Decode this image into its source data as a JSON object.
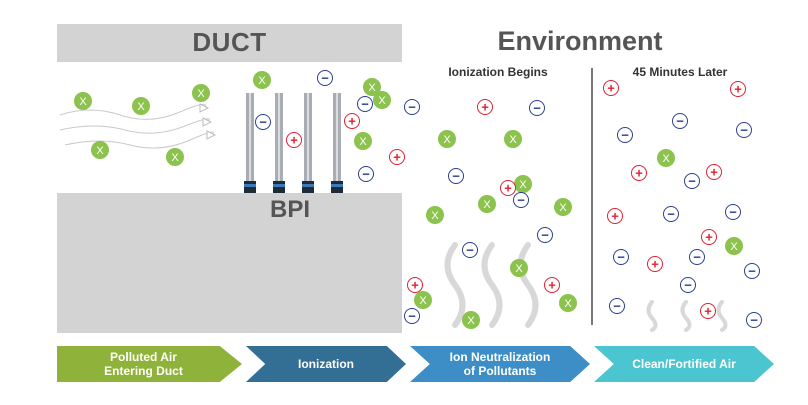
{
  "duct_title": "DUCT",
  "bpi_label": "BPI",
  "environment_title": "Environment",
  "panel_left_caption": "Ionization Begins",
  "panel_right_caption": "45 Minutes Later",
  "pollutant_glyph": "X",
  "pos_ion_glyph": "+",
  "neg_ion_glyph": "−",
  "colors": {
    "pollutant": "#8cc24e",
    "positive_ion": "#e02030",
    "negative_ion": "#2b3e8f",
    "duct_gray": "#d3d3d3"
  },
  "steps": [
    {
      "line1": "Polluted Air",
      "line2": "Entering Duct"
    },
    {
      "line1": "Ionization",
      "line2": ""
    },
    {
      "line1": "Ion Neutralization",
      "line2": "of Pollutants"
    },
    {
      "line1": "Clean/Fortified Air",
      "line2": ""
    }
  ]
}
